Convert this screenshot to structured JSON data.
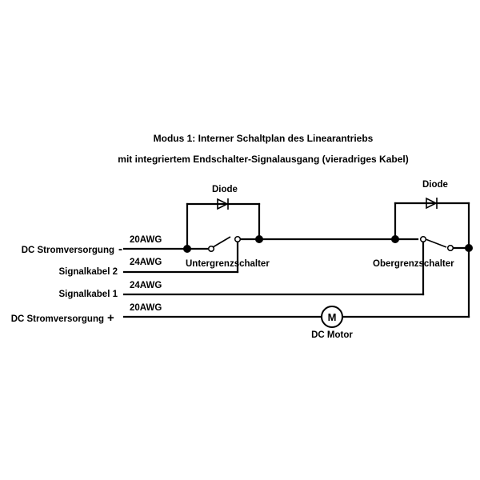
{
  "title": {
    "line1": "Modus 1: Interner Schaltplan  des Linearantriebs",
    "line2": "mit integriertem Endschalter-Signalausgang (vieradriges Kabel)"
  },
  "labels": {
    "dc_minus": "DC Stromversorgung",
    "dc_minus_sign": "-",
    "signal2": "Signalkabel 2",
    "signal1": "Signalkabel 1",
    "dc_plus": "DC Stromversorgung",
    "dc_plus_sign": "+"
  },
  "gauges": {
    "dc_minus": "20AWG",
    "signal2": "24AWG",
    "signal1": "24AWG",
    "dc_plus": "20AWG"
  },
  "components": {
    "diode_left": "Diode",
    "diode_right": "Diode",
    "lower_switch": "Untergrenzschalter",
    "upper_switch": "Obergrenzschalter",
    "motor_symbol": "M",
    "motor": "DC Motor"
  }
}
